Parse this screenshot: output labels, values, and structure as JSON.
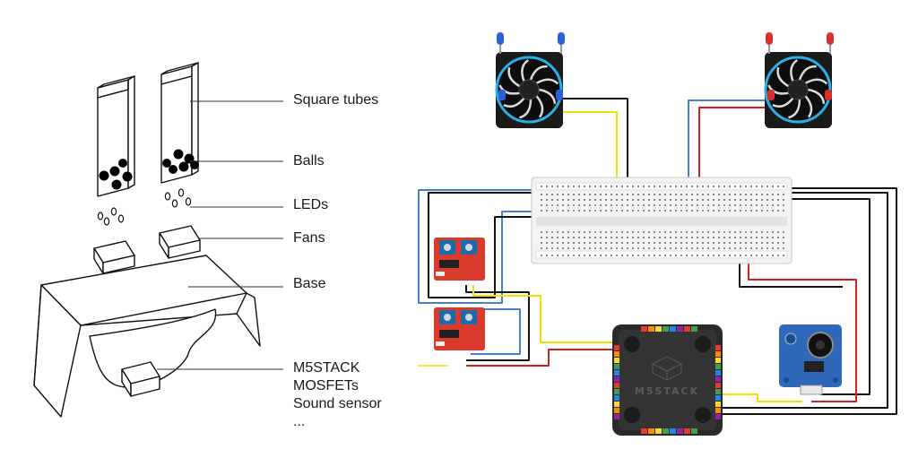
{
  "left_labels": {
    "square_tubes": "Square tubes",
    "balls": "Balls",
    "leds": "LEDs",
    "fans": "Fans",
    "base": "Base",
    "m5stack": "M5STACK",
    "mosfets": "MOSFETs",
    "sound_sensor": "Sound sensor",
    "ellipsis": "..."
  },
  "controller": {
    "brand": "M5STACK"
  },
  "colors": {
    "wire_blue": "#4a7fd0",
    "wire_red": "#d42020",
    "wire_black": "#111111",
    "wire_yellow": "#f2e000",
    "led_blue": "#2f60d8",
    "led_red": "#d82f2f",
    "mosfet_board": "#d93a2b",
    "controller_body": "#2a2a2a",
    "sensor_board": "#2f68b8"
  }
}
